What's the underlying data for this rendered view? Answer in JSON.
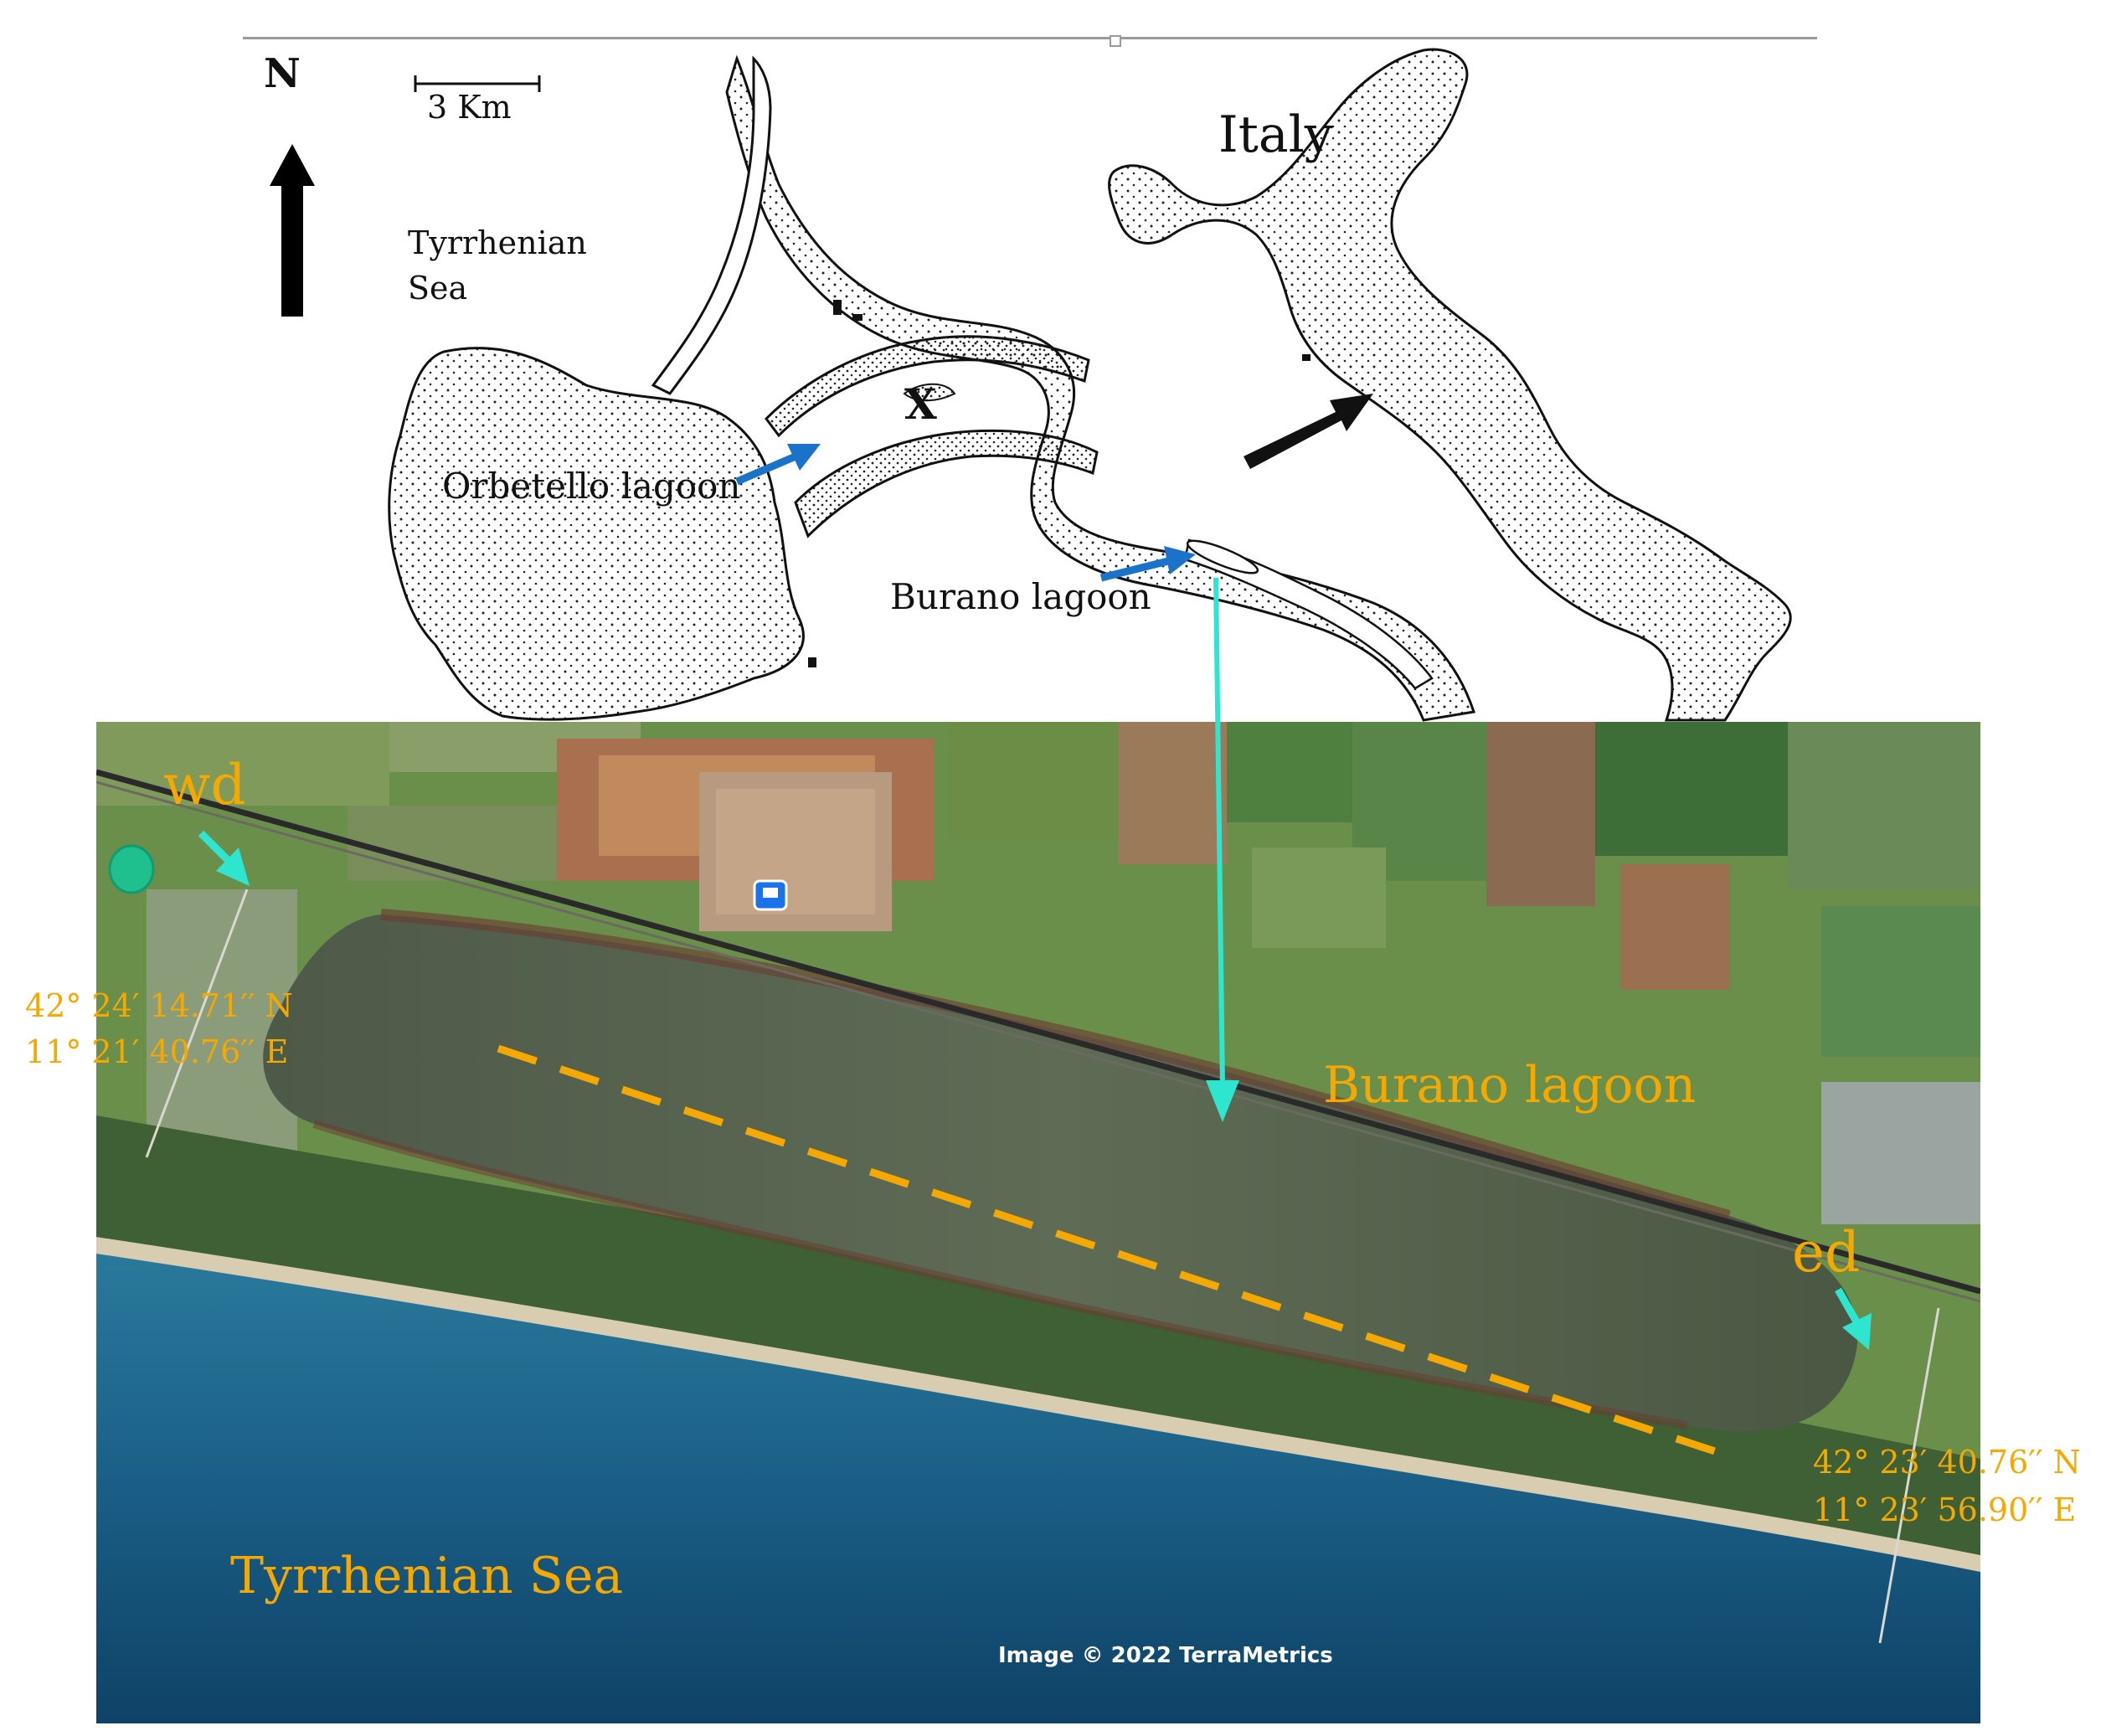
{
  "map": {
    "north_label": "N",
    "scale_label": "3 Km",
    "sea_label_top": "Tyrrhenian",
    "sea_label_bottom": "Sea",
    "country_label": "Italy",
    "x_marker": "X",
    "orbetello_label": "Orbetello lagoon",
    "burano_label": "Burano lagoon"
  },
  "satellite": {
    "west_point_label": "wd",
    "east_point_label": "ed",
    "west_lat": "42° 24′ 14.71′′ N",
    "west_lon": "11° 21′ 40.76′′ E",
    "east_lat": "42° 23′ 40.76′′ N",
    "east_lon": "11° 23′ 56.90′′ E",
    "lagoon_label": "Burano lagoon",
    "sea_label": "Tyrrhenian Sea",
    "copyright": "Image © 2022 TerraMetrics"
  },
  "colors": {
    "label_orange": "#f5a800",
    "cyan_arrow": "#2ee6d0",
    "blue_arrow": "#1a73c9",
    "sea": "#1c5e86",
    "lagoon": "#4a5a45",
    "fields": "#5f8a45"
  }
}
